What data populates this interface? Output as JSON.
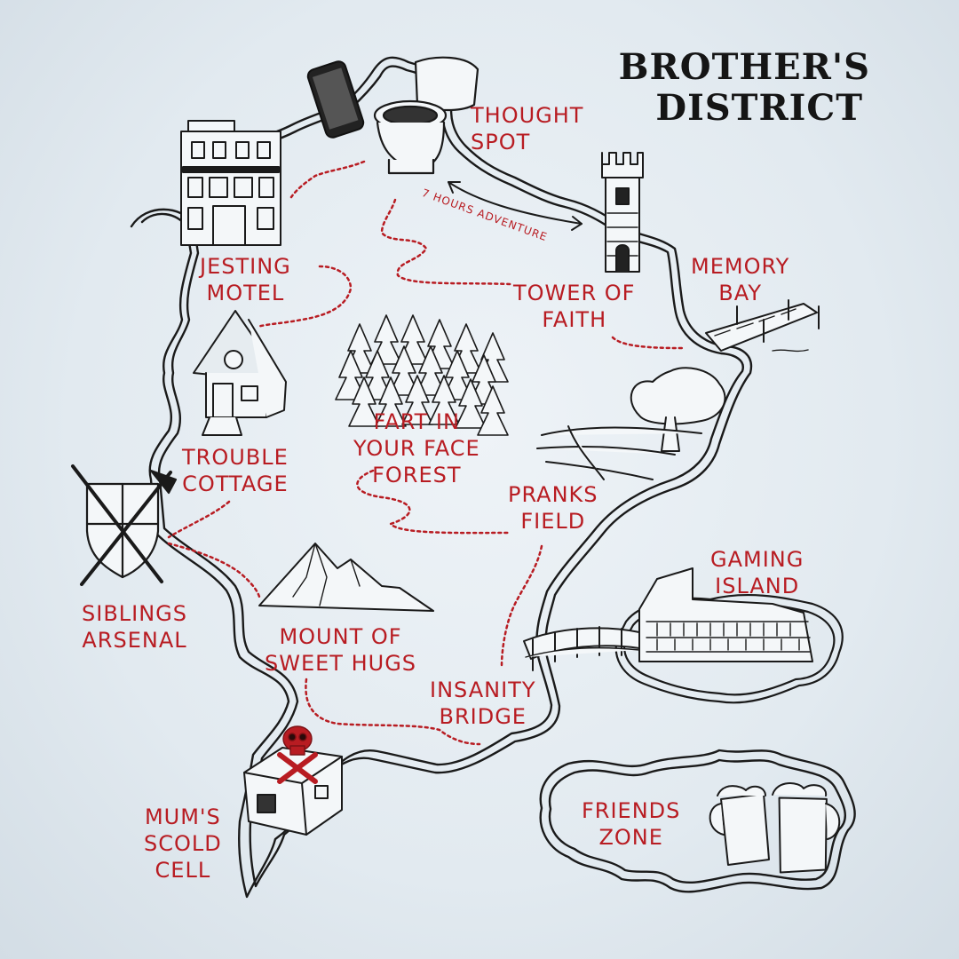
{
  "title": {
    "line1": "BROTHER'S",
    "line2": "DISTRICT"
  },
  "ink_colors": {
    "outline": "#1a1a1a",
    "stitch": "#b81c22",
    "fabric": "#e6edf2"
  },
  "locations": {
    "thought_spot": {
      "line1": "THOUGHT",
      "line2": "SPOT",
      "icon": "toilet-icon"
    },
    "jesting_motel": {
      "line1": "JESTING",
      "line2": "MOTEL",
      "icon": "motel-building-icon"
    },
    "tower_of_faith": {
      "line1": "TOWER OF",
      "line2": "FAITH",
      "icon": "tower-icon"
    },
    "memory_bay": {
      "line1": "MEMORY",
      "line2": "BAY",
      "icon": "pier-icon"
    },
    "trouble_cottage": {
      "line1": "TROUBLE",
      "line2": "COTTAGE",
      "icon": "cottage-icon"
    },
    "fart_forest": {
      "line1": "FART IN",
      "line2": "YOUR FACE",
      "line3": "FOREST",
      "icon": "forest-icon"
    },
    "pranks_field": {
      "line1": "PRANKS",
      "line2": "FIELD",
      "icon": "tree-field-icon"
    },
    "siblings_arsenal": {
      "line1": "SIBLINGS",
      "line2": "ARSENAL",
      "icon": "shield-swords-icon"
    },
    "mount_hugs": {
      "line1": "MOUNT OF",
      "line2": "SWEET HUGS",
      "icon": "mountain-icon"
    },
    "gaming_island": {
      "line1": "GAMING",
      "line2": "ISLAND",
      "icon": "colosseum-icon"
    },
    "insanity_bridge": {
      "line1": "INSANITY",
      "line2": "BRIDGE",
      "icon": "bridge-icon"
    },
    "scold_cell": {
      "line1": "MUM'S",
      "line2": "SCOLD",
      "line3": "CELL",
      "icon": "skull-crossbones-icon"
    },
    "friends_zone": {
      "line1": "FRIENDS",
      "line2": "ZONE",
      "icon": "beer-mugs-icon"
    }
  },
  "route_note": "7 HOURS ADVENTURE",
  "extra_icons": [
    "phone-icon"
  ]
}
